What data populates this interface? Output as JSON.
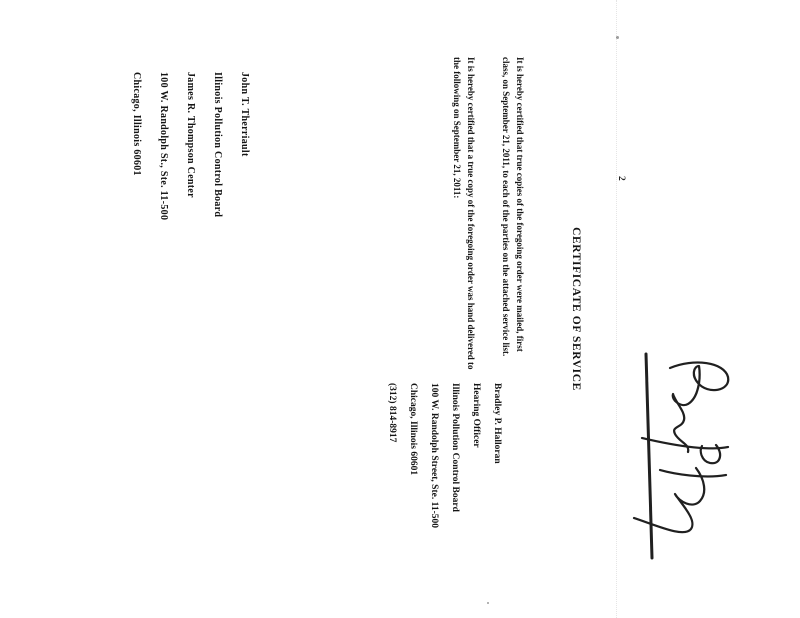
{
  "document": {
    "page_number": "2",
    "heading": "CERTIFICATE OF SERVICE",
    "paragraph1_lines": [
      "It is hereby certified that true copies of the foregoing order were mailed, first",
      "class, on September 21, 2011, to each of the parties on the attached service list."
    ],
    "paragraph2_lines": [
      "It is hereby certified that a true copy of the foregoing order was hand delivered to",
      "the following on September 21, 2011:"
    ],
    "signer_block": {
      "name": "Bradley P. Halloran",
      "title": "Hearing Officer",
      "org": "Illinois Pollution Control Board",
      "address1": "100 W. Randolph Street, Ste. 11-500",
      "address2": "Chicago, Illinois 60601",
      "phone": "(312) 814-8917"
    },
    "service_list": [
      "John T. Therriault",
      "Illinois Pollution Control Board",
      "James R. Thompson Center",
      "100 W. Randolph St., Ste. 11-500",
      "Chicago, Illinois 60601"
    ],
    "signature_meaning": "Handwritten signature of Bradley P. Halloran above a signature line"
  }
}
